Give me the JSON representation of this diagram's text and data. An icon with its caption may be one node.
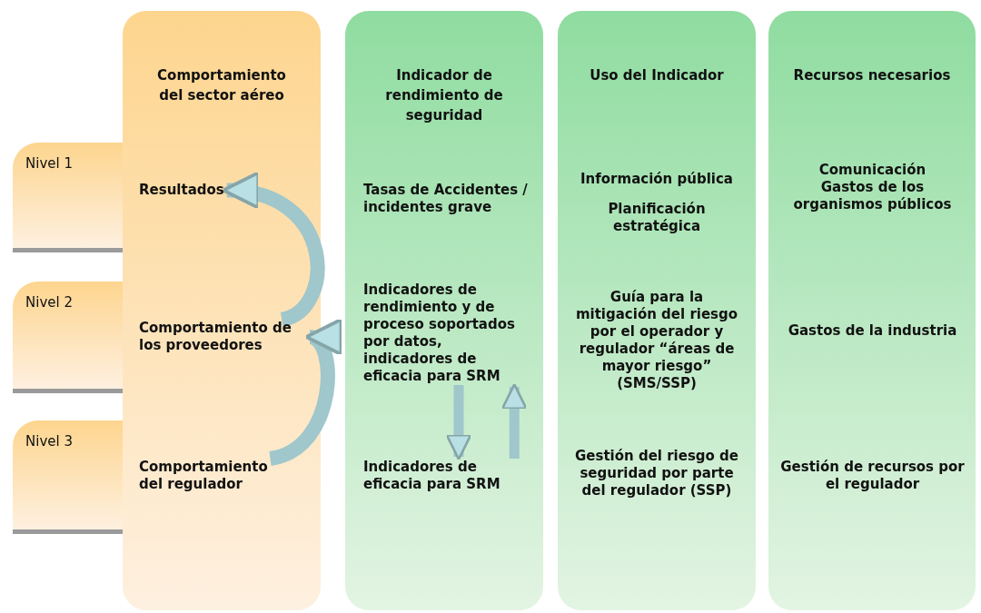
{
  "diagram": {
    "nodes": [
      {
        "text": [
          "Comportamiento del sector aéreo"
        ]
      },
      {
        "text": [
          "Indicador de rendimiento de seguridad"
        ]
      },
      {
        "text": [
          "Uso del Indicador"
        ]
      },
      {
        "text": [
          "Recursos necesarios"
        ]
      },
      {
        "text": [
          "Nivel 1"
        ]
      },
      {
        "text": [
          "Nivel 2"
        ]
      },
      {
        "text": [
          "Nivel 3"
        ]
      },
      {
        "text": [
          "Resultados"
        ],
        "in": 0
      },
      {
        "text": [
          "Comportamiento de los proveedores"
        ],
        "in": 0
      },
      {
        "text": [
          "Comportamiento del regulador"
        ],
        "in": 0
      },
      {
        "text": [
          "Tasas de Accidentes / incidentes grave"
        ],
        "in": 1
      },
      {
        "text": [
          "Indicadores de rendimiento y de proceso soportados por datos, indicadores de eficacia para SRM"
        ],
        "in": 1
      },
      {
        "text": [
          "Indicadores de eficacia para SRM"
        ],
        "in": 1
      },
      {
        "text": [
          "Información pública",
          "Planificación estratégica"
        ],
        "in": 2
      },
      {
        "text": [
          "Guía para la mitigación del riesgo por el operador y regulador “áreas de mayor riesgo” (SMS/SSP)"
        ],
        "in": 2
      },
      {
        "text": [
          "Gestión del riesgo de seguridad por parte del regulador (SSP)"
        ],
        "in": 2
      },
      {
        "text": [
          "Comunicación",
          "Gastos de los organismos públicos"
        ],
        "in": 3
      },
      {
        "text": [
          "Gastos de la industria"
        ],
        "in": 3
      },
      {
        "text": [
          "Gestión de recursos por el regulador"
        ],
        "in": 3
      }
    ],
    "edges": [
      {
        "from": 8,
        "to": 7,
        "arrow": "to"
      },
      {
        "from": 9,
        "to": 8,
        "arrow": "to"
      },
      {
        "from": 11,
        "to": 12,
        "arrow": "to"
      },
      {
        "from": 12,
        "to": 11,
        "arrow": "to"
      }
    ]
  }
}
